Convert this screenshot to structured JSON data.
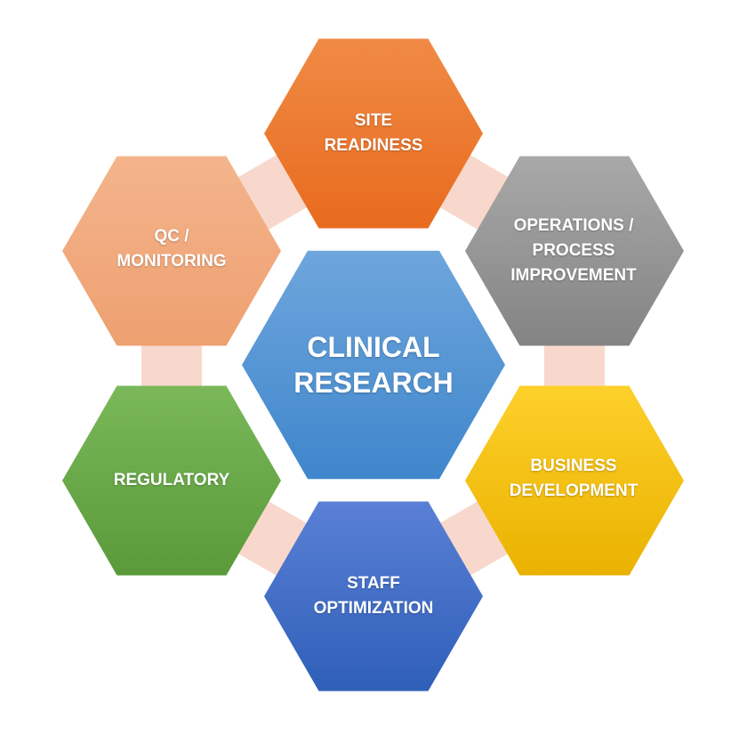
{
  "center": {
    "lines": [
      "CLINICAL",
      "RESEARCH"
    ]
  },
  "nodes": [
    {
      "id": "site-readiness",
      "lines": [
        "SITE",
        "READINESS"
      ]
    },
    {
      "id": "operations",
      "lines": [
        "OPERATIONS /",
        "PROCESS",
        "IMPROVEMENT"
      ]
    },
    {
      "id": "business-development",
      "lines": [
        "BUSINESS",
        "DEVELOPMENT"
      ]
    },
    {
      "id": "staff-optimization",
      "lines": [
        "STAFF",
        "OPTIMIZATION"
      ]
    },
    {
      "id": "regulatory",
      "lines": [
        "REGULATORY"
      ]
    },
    {
      "id": "qc-monitoring",
      "lines": [
        "QC /",
        "MONITORING"
      ]
    }
  ],
  "colors": {
    "center_top": "#6ea6dc",
    "center_bottom": "#3f86cc",
    "site_top": "#f08a45",
    "site_bottom": "#e86b1e",
    "ops_top": "#a8a8a8",
    "ops_bottom": "#848484",
    "biz_top": "#fdd02a",
    "biz_bottom": "#eab200",
    "staff_top": "#5a80d6",
    "staff_bottom": "#2f5fb8",
    "reg_top": "#7ab85a",
    "reg_bottom": "#5a9a3a",
    "qc_top": "#f4b48c",
    "qc_bottom": "#eea070",
    "connector": "#f8d8cc"
  }
}
